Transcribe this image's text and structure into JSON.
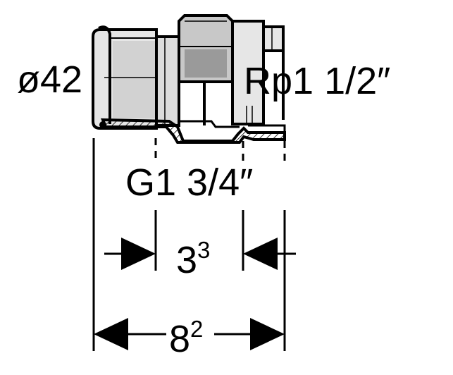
{
  "labels": {
    "pipe_diameter": "ø42",
    "internal_thread": "Rp1 1/2″",
    "external_thread": "G1 3/4″",
    "inner_dimension_base": "3",
    "inner_dimension_sup": "3",
    "overall_dimension_base": "8",
    "overall_dimension_sup": "2"
  },
  "colors": {
    "line": "#000000",
    "fill_light": "#e6e6e6",
    "fill_mid": "#c8c8c8",
    "fill_dark": "#9a9a9a"
  }
}
